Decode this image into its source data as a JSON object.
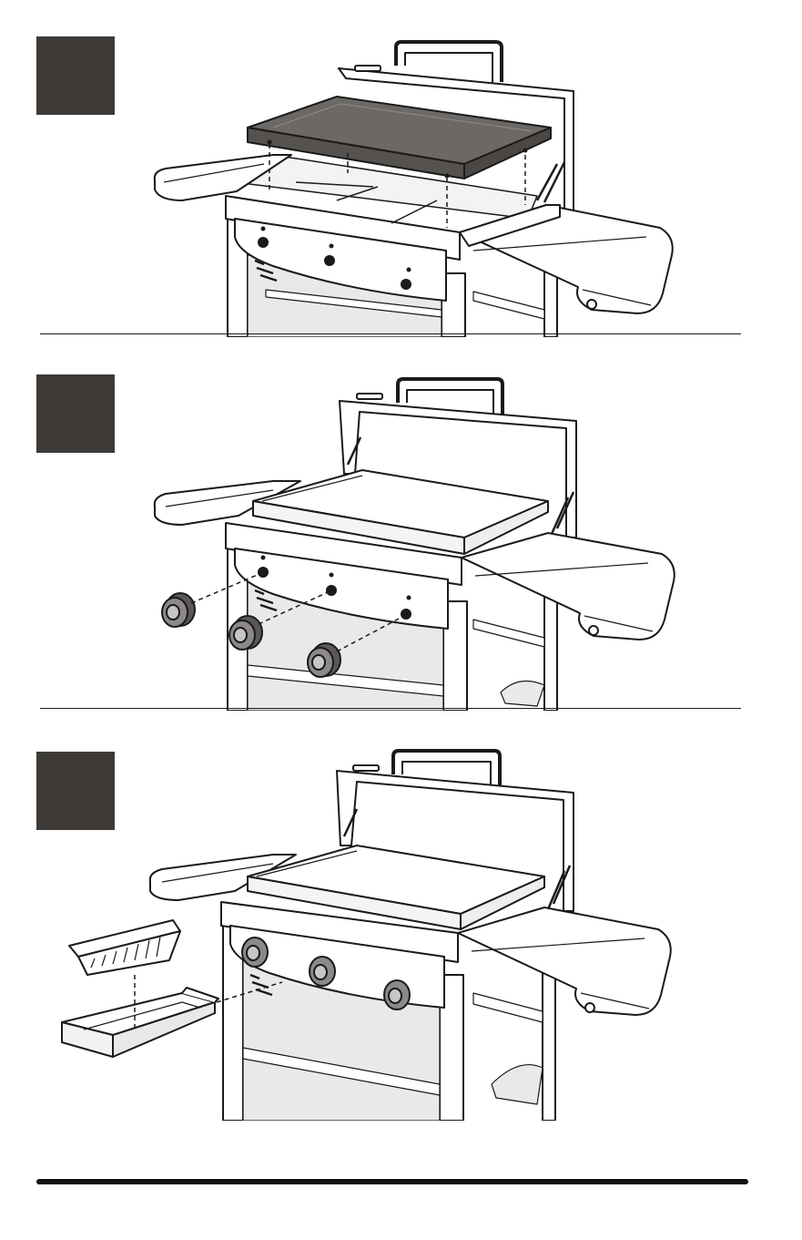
{
  "colors": {
    "badge": "#3d3a38",
    "griddle_top_step1": "#6b6866",
    "line": "#1a1a1a",
    "cabinet_shade": "#e6e6e6"
  },
  "steps": [
    {
      "icon": "griddle-install-illustration"
    },
    {
      "icon": "knob-install-illustration"
    },
    {
      "icon": "grease-tray-install-illustration"
    }
  ]
}
